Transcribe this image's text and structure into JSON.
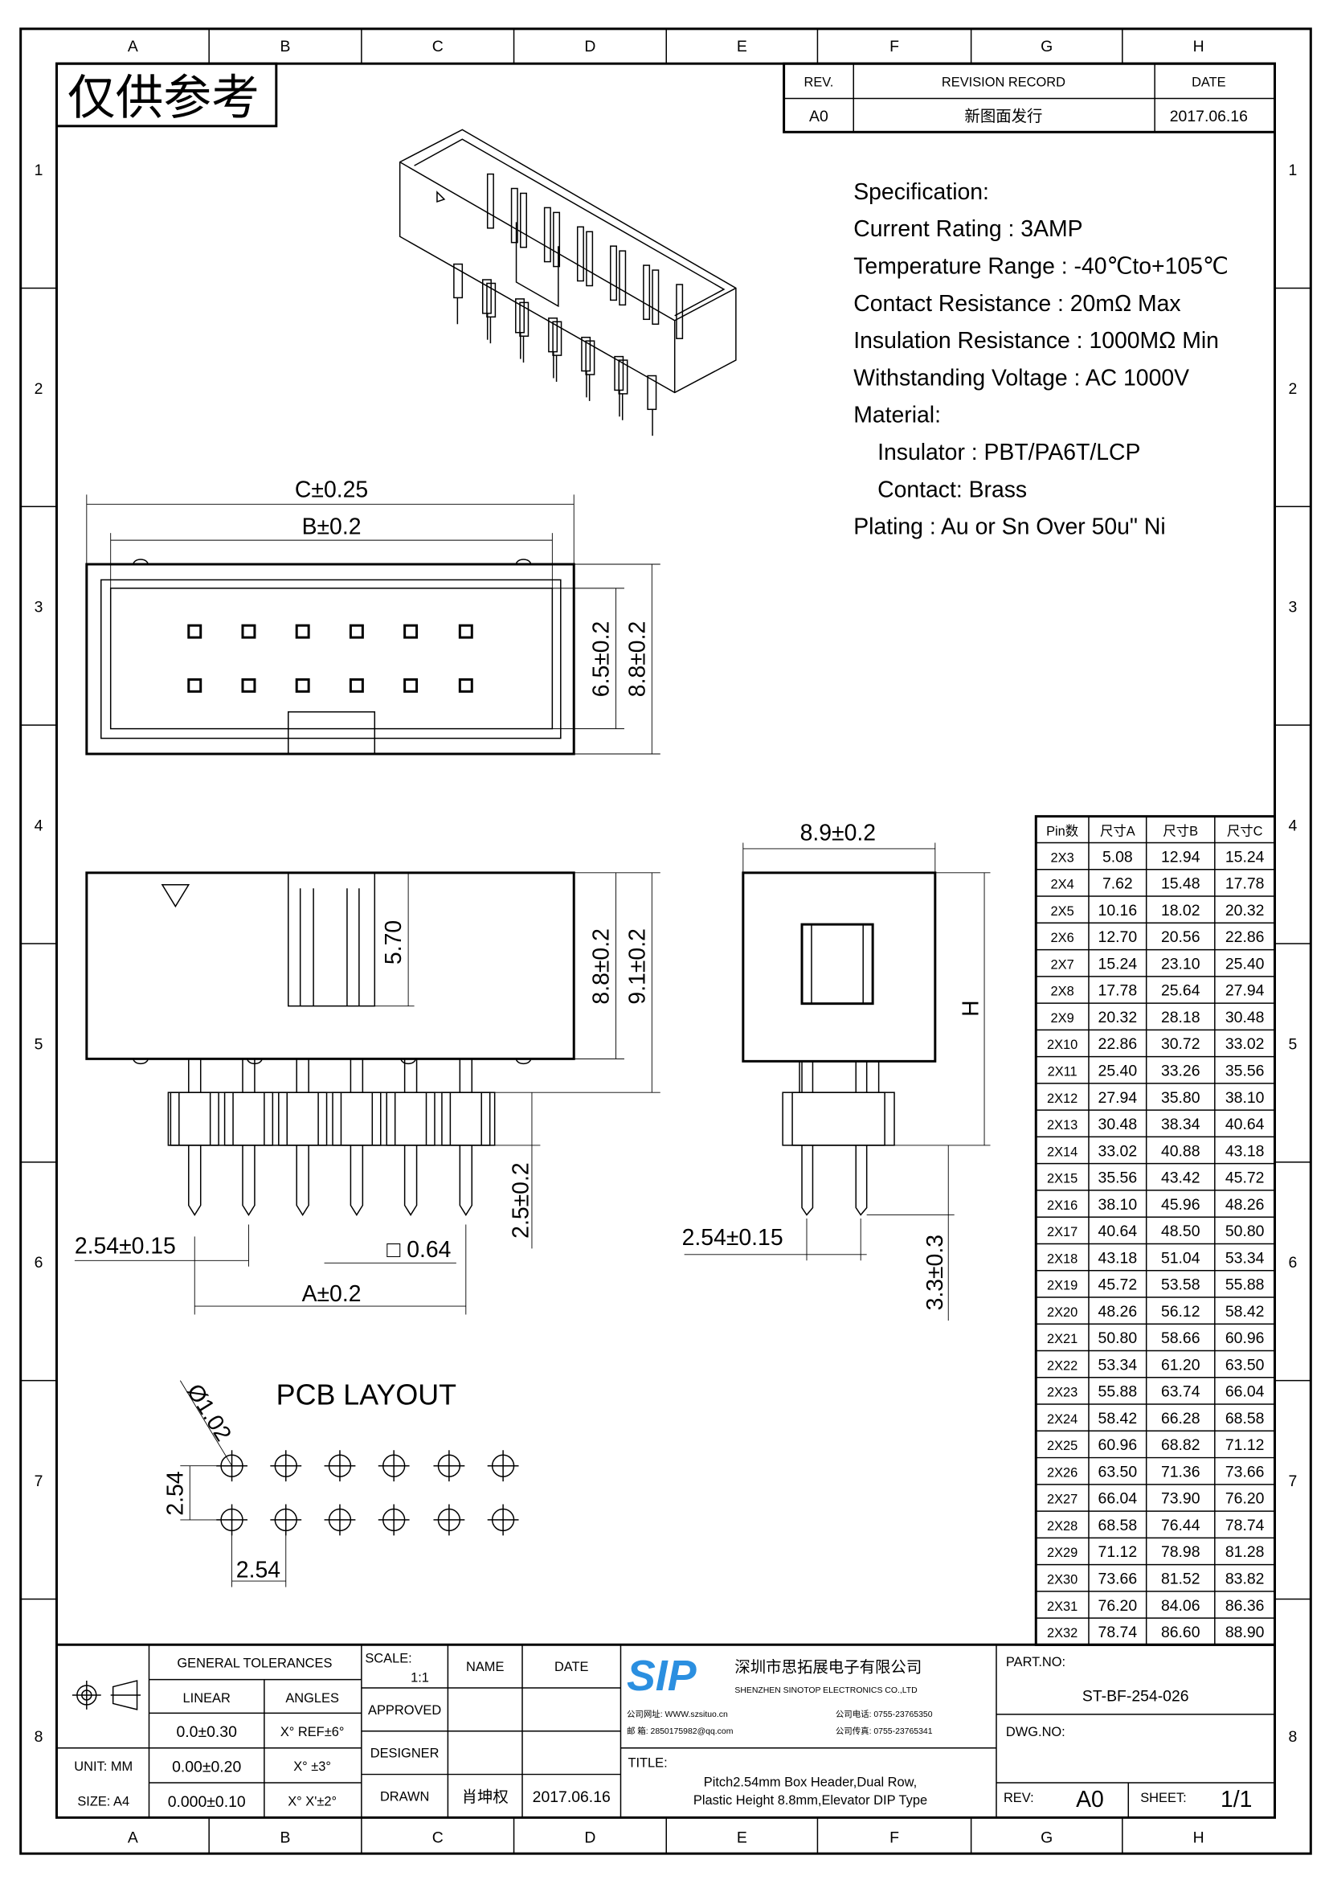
{
  "frame": {
    "columns": [
      "A",
      "B",
      "C",
      "D",
      "E",
      "F",
      "G",
      "H"
    ],
    "rows": [
      "1",
      "2",
      "3",
      "4",
      "5",
      "6",
      "7",
      "8"
    ],
    "stamp": "仅供参考"
  },
  "revision": {
    "headers": [
      "REV.",
      "REVISION RECORD",
      "DATE"
    ],
    "rows": [
      [
        "A0",
        "新图面发行",
        "2017.06.16"
      ]
    ]
  },
  "spec": [
    "Specification:",
    "Current Rating : 3AMP",
    "Temperature Range : -40℃to+105℃",
    "Contact Resistance : 20mΩ Max",
    "Insulation Resistance : 1000MΩ Min",
    "Withstanding Voltage : AC 1000V",
    "Material:",
    "Insulator : PBT/PA6T/LCP",
    "Contact: Brass",
    "Plating : Au or Sn Over 50u\" Ni"
  ],
  "dims": {
    "c": "C±0.25",
    "b": "B±0.2",
    "w65": "6.5±0.2",
    "w88": "8.8±0.2",
    "h570": "5.70",
    "h88": "8.8±0.2",
    "h91": "9.1±0.2",
    "t25": "2.5±0.2",
    "p254": "2.54±0.15",
    "sq": "□ 0.64",
    "a": "A±0.2",
    "e89": "8.9±0.2",
    "H": "H",
    "e254": "2.54±0.15",
    "e33": "3.3±0.3"
  },
  "pcb": {
    "title": "PCB LAYOUT",
    "dia": "Ø1.02",
    "pitch_v": "2.54",
    "pitch_h": "2.54"
  },
  "table": {
    "headers": [
      "Pin数",
      "尺寸A",
      "尺寸B",
      "尺寸C"
    ],
    "rows": [
      [
        "2X3",
        "5.08",
        "12.94",
        "15.24"
      ],
      [
        "2X4",
        "7.62",
        "15.48",
        "17.78"
      ],
      [
        "2X5",
        "10.16",
        "18.02",
        "20.32"
      ],
      [
        "2X6",
        "12.70",
        "20.56",
        "22.86"
      ],
      [
        "2X7",
        "15.24",
        "23.10",
        "25.40"
      ],
      [
        "2X8",
        "17.78",
        "25.64",
        "27.94"
      ],
      [
        "2X9",
        "20.32",
        "28.18",
        "30.48"
      ],
      [
        "2X10",
        "22.86",
        "30.72",
        "33.02"
      ],
      [
        "2X11",
        "25.40",
        "33.26",
        "35.56"
      ],
      [
        "2X12",
        "27.94",
        "35.80",
        "38.10"
      ],
      [
        "2X13",
        "30.48",
        "38.34",
        "40.64"
      ],
      [
        "2X14",
        "33.02",
        "40.88",
        "43.18"
      ],
      [
        "2X15",
        "35.56",
        "43.42",
        "45.72"
      ],
      [
        "2X16",
        "38.10",
        "45.96",
        "48.26"
      ],
      [
        "2X17",
        "40.64",
        "48.50",
        "50.80"
      ],
      [
        "2X18",
        "43.18",
        "51.04",
        "53.34"
      ],
      [
        "2X19",
        "45.72",
        "53.58",
        "55.88"
      ],
      [
        "2X20",
        "48.26",
        "56.12",
        "58.42"
      ],
      [
        "2X21",
        "50.80",
        "58.66",
        "60.96"
      ],
      [
        "2X22",
        "53.34",
        "61.20",
        "63.50"
      ],
      [
        "2X23",
        "55.88",
        "63.74",
        "66.04"
      ],
      [
        "2X24",
        "58.42",
        "66.28",
        "68.58"
      ],
      [
        "2X25",
        "60.96",
        "68.82",
        "71.12"
      ],
      [
        "2X26",
        "63.50",
        "71.36",
        "73.66"
      ],
      [
        "2X27",
        "66.04",
        "73.90",
        "76.20"
      ],
      [
        "2X28",
        "68.58",
        "76.44",
        "78.74"
      ],
      [
        "2X29",
        "71.12",
        "78.98",
        "81.28"
      ],
      [
        "2X30",
        "73.66",
        "81.52",
        "83.82"
      ],
      [
        "2X31",
        "76.20",
        "84.06",
        "86.36"
      ],
      [
        "2X32",
        "78.74",
        "86.60",
        "88.90"
      ]
    ]
  },
  "titleblock": {
    "general_tolerances": "GENERAL TOLERANCES",
    "linear": "LINEAR",
    "angles": "ANGLES",
    "tol_rows": [
      [
        "0.0±0.30",
        "X° REF±6°"
      ],
      [
        "0.00±0.20",
        "X° ±3°"
      ],
      [
        "0.000±0.10",
        "X° X'±2°"
      ]
    ],
    "unit": "UNIT: MM",
    "size": "SIZE: A4",
    "scale_label": "SCALE:",
    "scale": "1:1",
    "name": "NAME",
    "date": "DATE",
    "approved": "APPROVED",
    "designer": "DESIGNER",
    "drawn": "DRAWN",
    "drawn_name": "肖坤权",
    "drawn_date": "2017.06.16",
    "logo": "SIP",
    "company_cn": "深圳市思拓展电子有限公司",
    "company_en": "SHENZHEN SINOTOP ELECTRONICS CO.,LTD",
    "web": "公司网址: WWW.szsituo.cn",
    "email": "邮    箱: 2850175982@qq.com",
    "phone": "公司电话: 0755-23765350",
    "fax": "公司传真: 0755-23765341",
    "title_label": "TITLE:",
    "title1": "Pitch2.54mm Box Header,Dual Row,",
    "title2": "Plastic Height 8.8mm,Elevator DIP Type",
    "part_label": "PART.NO:",
    "part_no": "ST-BF-254-026",
    "dwg_label": "DWG.NO:",
    "rev_label": "REV:",
    "rev": "A0",
    "sheet_label": "SHEET:",
    "sheet": "1/1",
    "logo_color": "#2b8fe0"
  }
}
